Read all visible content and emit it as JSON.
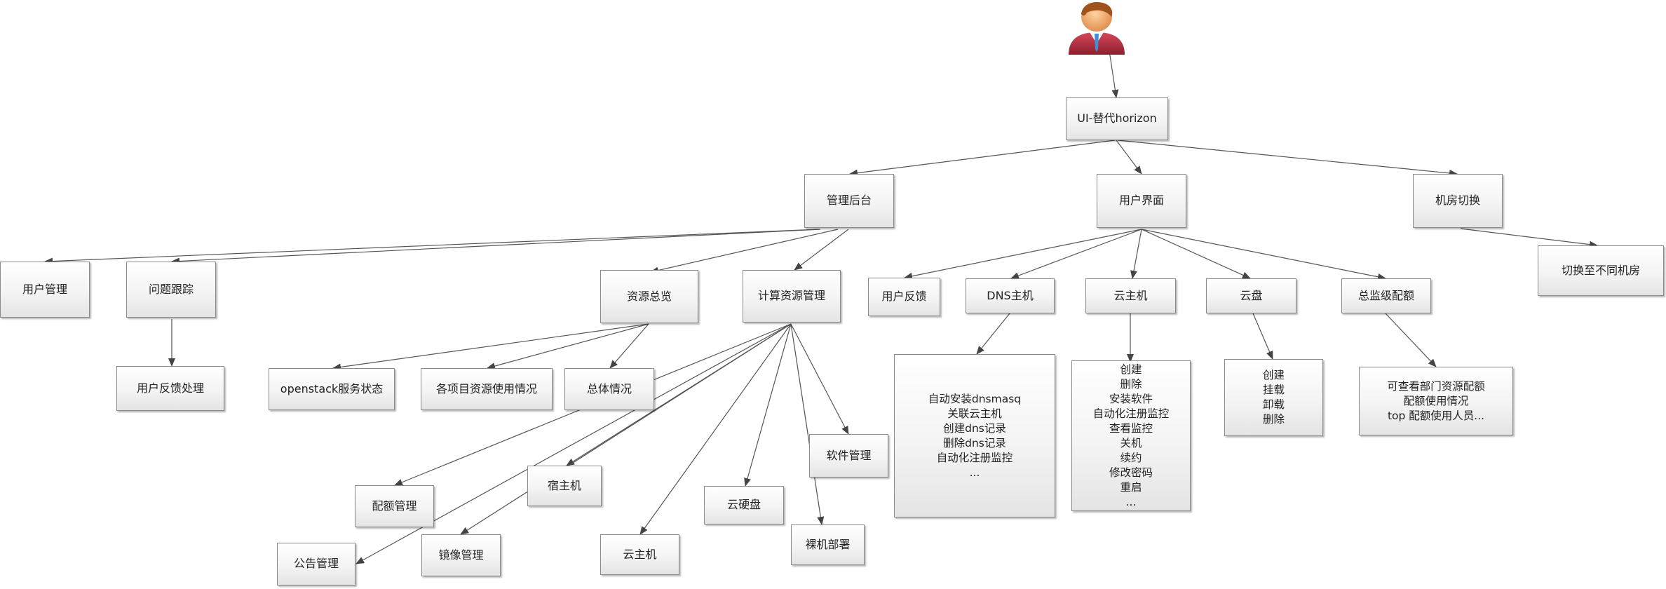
{
  "diagram": {
    "root": "UI-替代horizon",
    "admin": {
      "label": "管理后台",
      "user_mgmt": "用户管理",
      "issue_tracking": "问题跟踪",
      "feedback_handling": "用户反馈处理",
      "resource_overview": "资源总览",
      "openstack_status": "openstack服务状态",
      "project_usage": "各项目资源使用情况",
      "overall": "总体情况",
      "compute_mgmt": "计算资源管理",
      "quota_mgmt": "配额管理",
      "host": "宿主机",
      "cloud_disk": "云硬盘",
      "software_mgmt": "软件管理",
      "announcement_mgmt": "公告管理",
      "image_mgmt": "镜像管理",
      "cloud_host": "云主机",
      "bare_metal": "裸机部署"
    },
    "user_ui": {
      "label": "用户界面",
      "feedback": "用户反馈",
      "dns_host": "DNS主机",
      "cloud_host": "云主机",
      "cloud_disk": "云盘",
      "quota": "总监级配额",
      "dns_items": [
        "自动安装dnsmasq",
        "关联云主机",
        "创建dns记录",
        "删除dns记录",
        "自动化注册监控",
        "..."
      ],
      "host_items": [
        "创建",
        "删除",
        "安装软件",
        "自动化注册监控",
        "查看监控",
        "关机",
        "续约",
        "修改密码",
        "重启",
        "..."
      ],
      "disk_items": [
        "创建",
        "挂载",
        "卸载",
        "删除"
      ],
      "quota_items": [
        "可查看部门资源配额",
        "配额使用情况",
        "top 配额使用人员..."
      ]
    },
    "room": {
      "label": "机房切换",
      "switch": "切换至不同机房"
    }
  }
}
